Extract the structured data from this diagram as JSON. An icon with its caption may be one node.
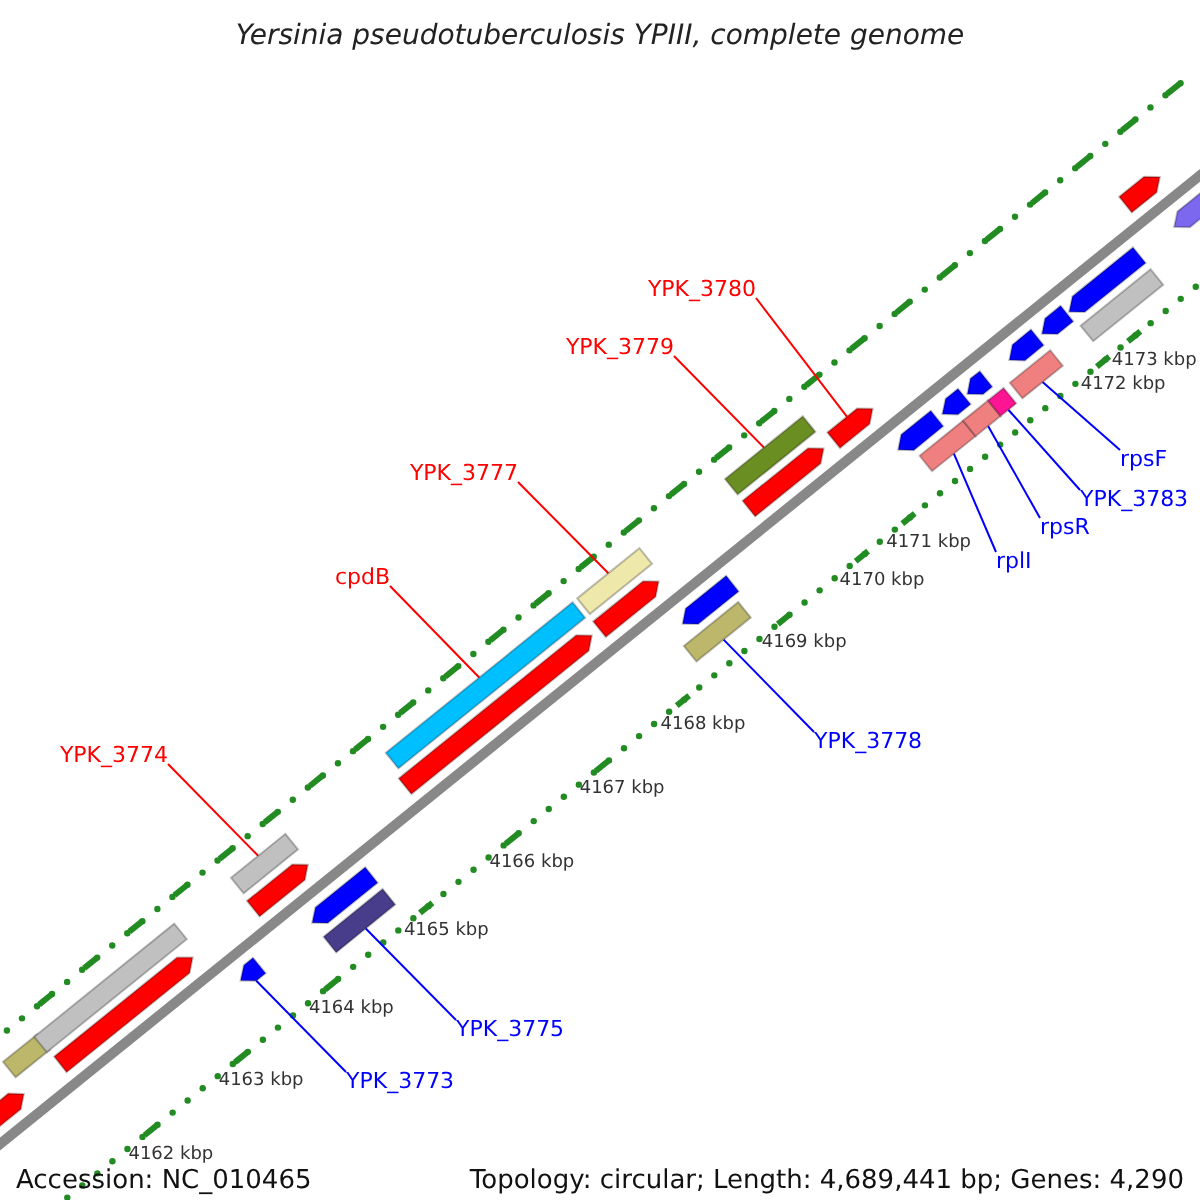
{
  "diagram": {
    "title": "Yersinia pseudotuberculosis YPIII, complete genome",
    "nodes": [
      {
        "text": [
          "YPK_3780"
        ]
      },
      {
        "text": [
          "YPK_3779"
        ]
      },
      {
        "text": [
          "YPK_3777"
        ]
      },
      {
        "text": [
          "cpdB"
        ]
      },
      {
        "text": [
          "YPK_3774"
        ]
      },
      {
        "text": [
          "rpsF"
        ]
      },
      {
        "text": [
          "YPK_3783"
        ]
      },
      {
        "text": [
          "rpsR"
        ]
      },
      {
        "text": [
          "rplI"
        ]
      },
      {
        "text": [
          "YPK_3778"
        ]
      },
      {
        "text": [
          "YPK_3775"
        ]
      },
      {
        "text": [
          "YPK_3773"
        ]
      },
      {
        "text": [],
        "shape": "pentagon"
      },
      {
        "text": [],
        "shape": "bar"
      },
      {
        "text": [],
        "shape": "bar"
      },
      {
        "text": [],
        "shape": "bar"
      },
      {
        "text": [],
        "shape": "bar"
      },
      {
        "text": [],
        "shape": "bar"
      },
      {
        "text": [],
        "shape": "bar"
      },
      {
        "text": [],
        "shape": "pentagon"
      },
      {
        "text": [],
        "shape": "bar"
      },
      {
        "text": [],
        "shape": "bar"
      },
      {
        "text": [],
        "shape": "bar"
      },
      {
        "text": [],
        "shape": "bar"
      },
      {
        "text": [],
        "shape": "bar"
      },
      {
        "text": [],
        "shape": "pentagon"
      },
      {
        "text": [],
        "shape": "bar"
      },
      {
        "text": [],
        "shape": "pentagon"
      },
      {
        "text": [],
        "shape": "pentagon"
      },
      {
        "text": [],
        "shape": "pentagon"
      },
      {
        "text": [],
        "shape": "pentagon"
      },
      {
        "text": [],
        "shape": "pentagon"
      },
      {
        "text": [],
        "shape": "pentagon"
      },
      {
        "text": [],
        "shape": "pentagon"
      },
      {
        "text": [],
        "shape": "pentagon"
      },
      {
        "text": [],
        "shape": "pentagon"
      },
      {
        "text": [],
        "shape": "pentagon"
      },
      {
        "text": [],
        "shape": "pentagon"
      },
      {
        "text": [],
        "shape": "pentagon"
      },
      {
        "text": [],
        "shape": "pentagon"
      },
      {
        "text": [],
        "shape": "pentagon"
      },
      {
        "text": [],
        "shape": "pentagon"
      },
      {
        "text": [],
        "shape": "bar"
      }
    ],
    "edges": [
      {
        "from": 0,
        "to": 19,
        "arrow": "none",
        "color": "#ff0000"
      },
      {
        "from": 1,
        "to": 18,
        "arrow": "none",
        "color": "#ff0000"
      },
      {
        "from": 2,
        "to": 16,
        "arrow": "none",
        "color": "#ff0000"
      },
      {
        "from": 3,
        "to": 15,
        "arrow": "none",
        "color": "#ff0000"
      },
      {
        "from": 4,
        "to": 13,
        "arrow": "none",
        "color": "#ff0000"
      },
      {
        "from": 5,
        "to": 23,
        "arrow": "none",
        "color": "#0000ff"
      },
      {
        "from": 6,
        "to": 22,
        "arrow": "none",
        "color": "#0000ff"
      },
      {
        "from": 7,
        "to": 21,
        "arrow": "none",
        "color": "#0000ff"
      },
      {
        "from": 8,
        "to": 20,
        "arrow": "none",
        "color": "#0000ff"
      },
      {
        "from": 9,
        "to": 17,
        "arrow": "none",
        "color": "#0000ff"
      },
      {
        "from": 10,
        "to": 14,
        "arrow": "none",
        "color": "#0000ff"
      },
      {
        "from": 11,
        "to": 12,
        "arrow": "none",
        "color": "#0000ff"
      }
    ],
    "labels": [
      "4173 kbp",
      "4172 kbp",
      "4171 kbp",
      "4170 kbp",
      "4169 kbp",
      "4168 kbp",
      "4167 kbp",
      "4166 kbp",
      "4165 kbp",
      "4164 kbp",
      "4163 kbp",
      "4162 kbp",
      "Accession: NC_010465",
      "Topology: circular; Length: 4,689,441 bp; Genes: 4,290"
    ]
  }
}
